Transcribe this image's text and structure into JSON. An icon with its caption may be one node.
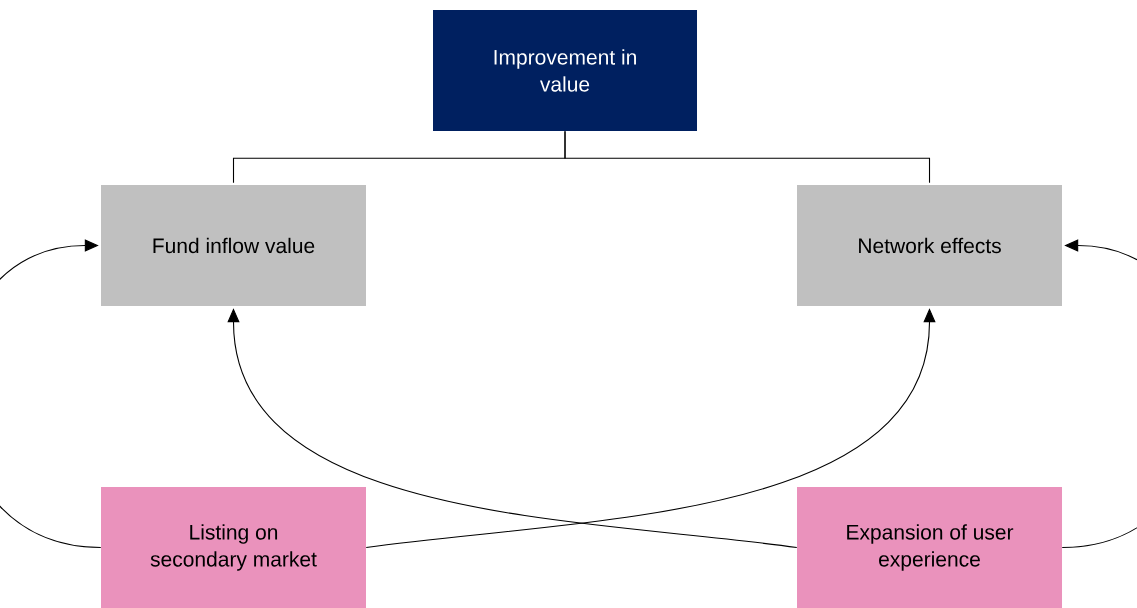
{
  "diagram": {
    "nodes": [
      {
        "text": [
          "Improvement in value"
        ]
      },
      {
        "text": [
          "Fund inflow value"
        ]
      },
      {
        "text": [
          "Network effects"
        ]
      },
      {
        "text": [
          "Listing on secondary market"
        ]
      },
      {
        "text": [
          "Expansion of user experience"
        ]
      }
    ],
    "edges": [
      {
        "from": 0,
        "to": 1,
        "arrow": "none"
      },
      {
        "from": 0,
        "to": 2,
        "arrow": "none"
      },
      {
        "from": 3,
        "to": 1,
        "arrow": "to"
      },
      {
        "from": 3,
        "to": 2,
        "arrow": "to"
      },
      {
        "from": 4,
        "to": 1,
        "arrow": "to"
      },
      {
        "from": 4,
        "to": 2,
        "arrow": "to"
      }
    ]
  }
}
